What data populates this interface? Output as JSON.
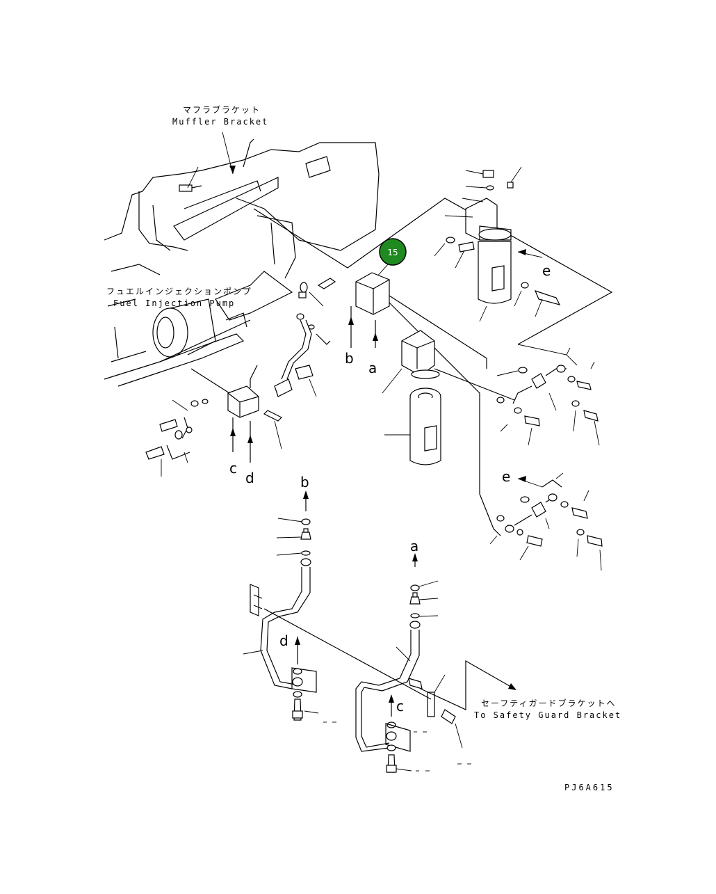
{
  "labels": {
    "muffler_bracket_jp": "マフラブラケット",
    "muffler_bracket_en": "Muffler Bracket",
    "fuel_pump_jp": "フュエルインジェクションポンプ",
    "fuel_pump_en": "Fuel Injection Pump",
    "safety_guard_jp": "セーフティガードブラケットへ",
    "safety_guard_en": "To Safety Guard Bracket",
    "drawing_code": "PJ6A615"
  },
  "callout": {
    "number": "15",
    "color": "#1f8a1f"
  },
  "arrow_letters": {
    "a_top": "a",
    "b_top": "b",
    "c_left": "c",
    "d_left": "d",
    "e_upper": "e",
    "e_lower": "e",
    "b_lower": "b",
    "a_lower": "a",
    "d_lower": "d",
    "c_lower": "c"
  },
  "colors": {
    "line": "#000000",
    "background": "#ffffff"
  }
}
